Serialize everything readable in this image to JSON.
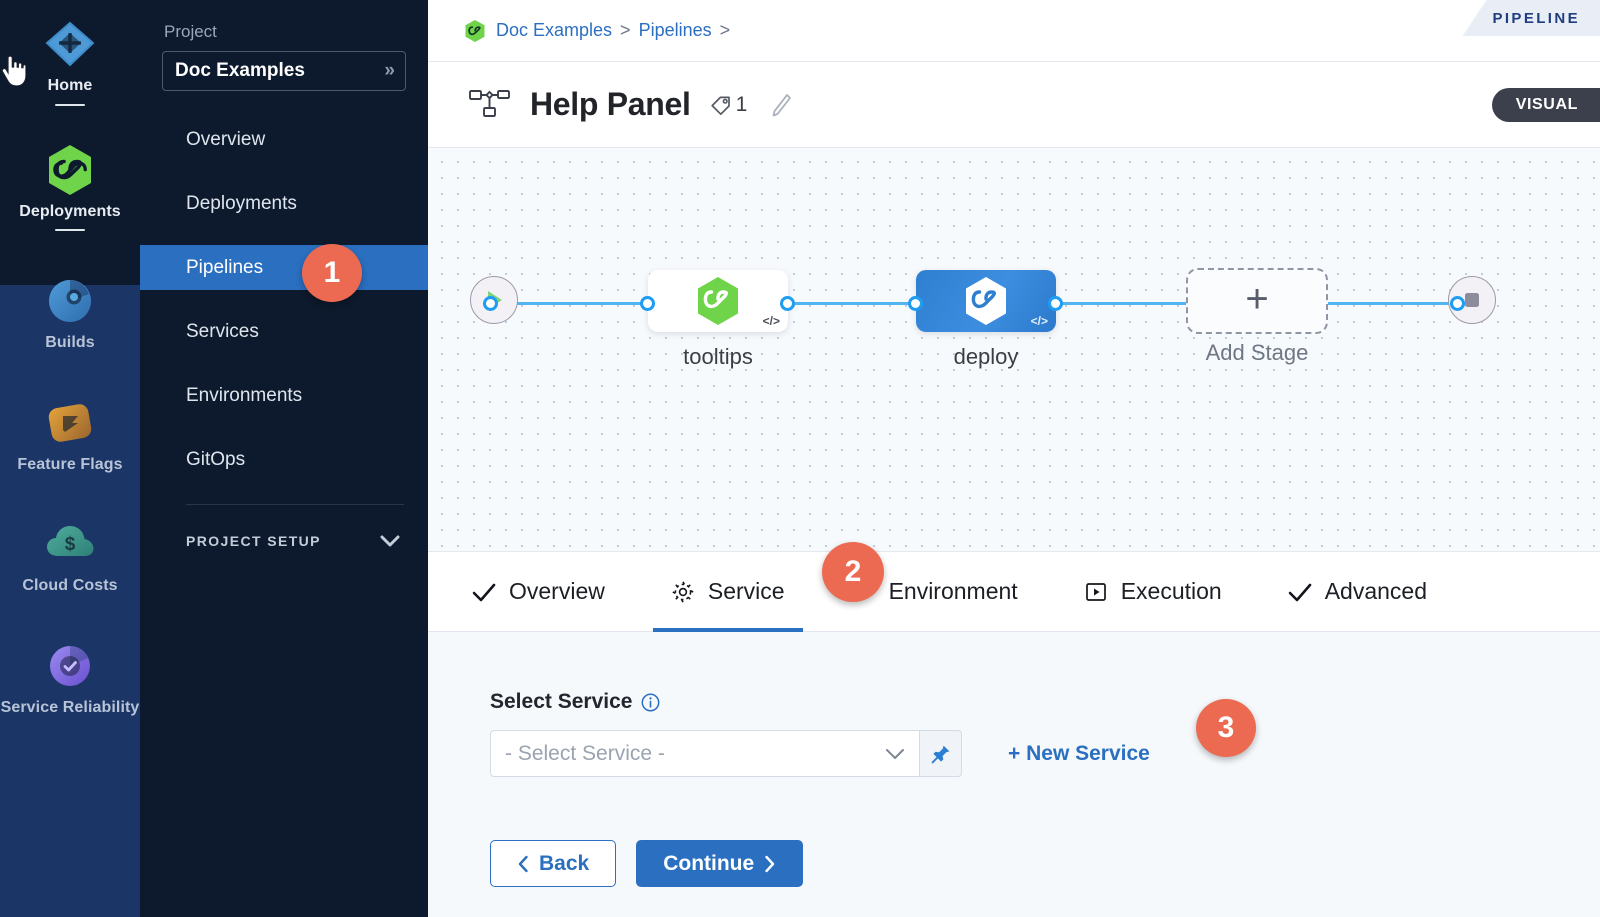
{
  "module_rail": {
    "items": [
      {
        "label": "Home",
        "icon": "home-grid-icon",
        "active": true,
        "color": "#5aa9e0"
      },
      {
        "label": "Deployments",
        "icon": "deployments-infinity-icon",
        "active": true,
        "color": "#6fd44a"
      },
      {
        "label": "Builds",
        "icon": "builds-icon",
        "active": false,
        "color": "#3f86c9"
      },
      {
        "label": "Feature Flags",
        "icon": "feature-flags-icon",
        "active": false,
        "color": "#d4952a"
      },
      {
        "label": "Cloud Costs",
        "icon": "cloud-costs-dollar-icon",
        "active": false,
        "color": "#3f9e92"
      },
      {
        "label": "Service Reliability",
        "icon": "service-reliability-shield-icon",
        "active": false,
        "color": "#7f6fe0"
      }
    ]
  },
  "project_sidebar": {
    "section_label": "Project",
    "project_name": "Doc Examples",
    "expand_icon": "chevron-double-right-icon",
    "nav_items": [
      {
        "label": "Overview",
        "active": false
      },
      {
        "label": "Deployments",
        "active": false
      },
      {
        "label": "Pipelines",
        "active": true
      },
      {
        "label": "Services",
        "active": false
      },
      {
        "label": "Environments",
        "active": false
      },
      {
        "label": "GitOps",
        "active": false
      }
    ],
    "setup_label": "PROJECT SETUP",
    "setup_icon": "chevron-down-icon"
  },
  "breadcrumb": {
    "logo_icon": "harness-module-icon",
    "items": [
      "Doc Examples",
      "Pipelines"
    ],
    "separator": ">",
    "trailing_separator": ">",
    "pipeline_tab_label": "PIPELINE"
  },
  "header": {
    "icon": "pipeline-graph-icon",
    "title": "Help Panel",
    "tag_icon": "tag-icon",
    "tag_count": "1",
    "edit_icon": "pencil-icon",
    "mode_badge": "VISUAL"
  },
  "canvas": {
    "start_node": {
      "name": "start-node",
      "icon": "play-icon"
    },
    "end_node": {
      "name": "end-node",
      "icon": "stop-square-icon"
    },
    "stages": [
      {
        "label": "tooltips",
        "style": "light",
        "icon": "harness-hex-icon",
        "code_badge": "</>"
      },
      {
        "label": "deploy",
        "style": "blue",
        "icon": "harness-hex-icon",
        "code_badge": "</>"
      }
    ],
    "add_stage": {
      "label": "Add Stage",
      "icon": "plus-icon"
    }
  },
  "step_tabs": [
    {
      "label": "Overview",
      "icon": "check-icon",
      "active": false
    },
    {
      "label": "Service",
      "icon": "gear-icon",
      "active": true
    },
    {
      "label": "Environment",
      "icon": "layers-diamond-icon",
      "active": false
    },
    {
      "label": "Execution",
      "icon": "play-box-icon",
      "active": false
    },
    {
      "label": "Advanced",
      "icon": "check-icon",
      "active": false
    }
  ],
  "form": {
    "select_service": {
      "label": "Select Service",
      "info_icon": "info-circle-icon",
      "value": "- Select Service -",
      "placeholder": "- Select Service -",
      "chevron_icon": "chevron-down-icon",
      "pin_icon": "pin-icon"
    },
    "new_service_link": "+ New Service",
    "back_button": {
      "label": "Back",
      "icon": "chevron-left-icon"
    },
    "continue_button": {
      "label": "Continue",
      "icon": "chevron-right-icon"
    }
  },
  "callouts": [
    {
      "number": "1",
      "target": "sidebar-item-pipelines"
    },
    {
      "number": "2",
      "target": "tab-service"
    },
    {
      "number": "3",
      "target": "new-service-link"
    }
  ],
  "colors": {
    "accent_blue": "#2a6fc0",
    "callout_orange": "#ec6a51",
    "rail_dark": "#0d1a2d",
    "rail_navy": "#1b3567",
    "edge_blue": "#52b4f0",
    "green": "#6fd44a"
  },
  "cursor": {
    "icon": "pointing-hand-cursor"
  }
}
